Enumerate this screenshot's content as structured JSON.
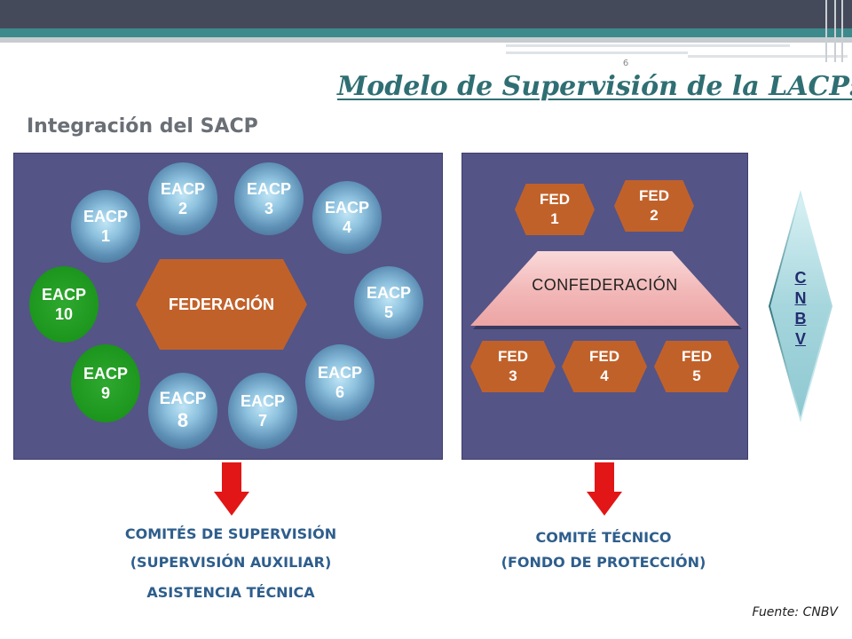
{
  "slide": {
    "page_number": "6",
    "title": "Modelo de Supervisión de la LACP:",
    "subtitle": "Integración del SACP",
    "source": "Fuente: CNBV"
  },
  "left_panel": {
    "center_label": "FEDERACIÓN",
    "eacp_nodes": [
      {
        "line1": "EACP",
        "line2": "1"
      },
      {
        "line1": "EACP",
        "line2": "2"
      },
      {
        "line1": "EACP",
        "line2": "3"
      },
      {
        "line1": "EACP",
        "line2": "4"
      },
      {
        "line1": "EACP",
        "line2": "5"
      },
      {
        "line1": "EACP",
        "line2": "6"
      },
      {
        "line1": "EACP",
        "line2": "7"
      },
      {
        "line1": "EACP",
        "line2": "8"
      },
      {
        "line1": "EACP",
        "line2": "9"
      },
      {
        "line1": "EACP",
        "line2": "10"
      }
    ],
    "highlight_color": "#1c961c"
  },
  "right_panel": {
    "center_label": "CONFEDERACIÓN",
    "fed_nodes": [
      {
        "line1": "FED",
        "line2": "1"
      },
      {
        "line1": "FED",
        "line2": "2"
      },
      {
        "line1": "FED",
        "line2": "3"
      },
      {
        "line1": "FED",
        "line2": "4"
      },
      {
        "line1": "FED",
        "line2": "5"
      }
    ]
  },
  "regulator": {
    "letters": [
      "C",
      "N",
      "B",
      "V"
    ]
  },
  "outcomes": {
    "left": {
      "line1": "COMITÉS DE SUPERVISIÓN",
      "line2": "(SUPERVISIÓN AUXILIAR)",
      "line3": "ASISTENCIA TÉCNICA"
    },
    "right": {
      "line1": "COMITÉ TÉCNICO",
      "line2": "(FONDO DE PROTECCIÓN)"
    }
  },
  "colors": {
    "panel": "#545487",
    "hexagon": "#c1612a",
    "arrow": "#e21616",
    "title": "#2f6f73",
    "label": "#2e5e8c"
  }
}
